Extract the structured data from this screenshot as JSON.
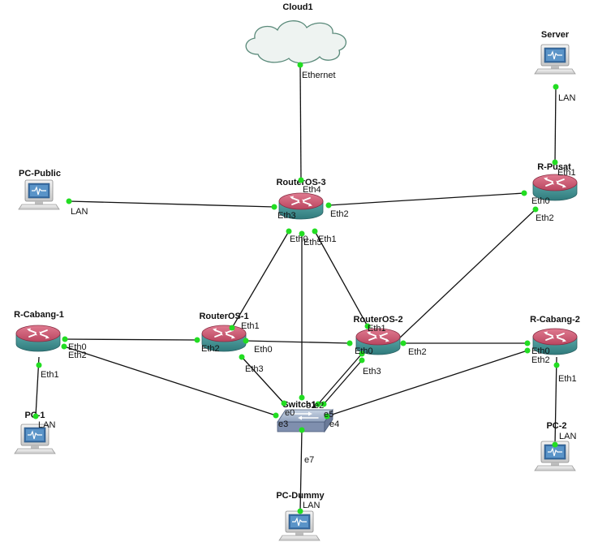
{
  "nodes": {
    "cloud1": {
      "name": "Cloud1",
      "icon": "cloud-icon"
    },
    "server": {
      "name": "Server",
      "icon": "computer-icon"
    },
    "pc_public": {
      "name": "PC-Public",
      "icon": "computer-icon"
    },
    "routeros3": {
      "name": "RouterOS-3",
      "icon": "router-icon"
    },
    "r_pusat": {
      "name": "R-Pusat",
      "icon": "router-icon"
    },
    "r_cabang1": {
      "name": "R-Cabang-1",
      "icon": "router-icon"
    },
    "routeros1": {
      "name": "RouterOS-1",
      "icon": "router-icon"
    },
    "routeros2": {
      "name": "RouterOS-2",
      "icon": "router-icon"
    },
    "r_cabang2": {
      "name": "R-Cabang-2",
      "icon": "router-icon"
    },
    "switch1": {
      "name": "Switch1",
      "icon": "switch-icon"
    },
    "pc1": {
      "name": "PC-1",
      "icon": "computer-icon"
    },
    "pc2": {
      "name": "PC-2",
      "icon": "computer-icon"
    },
    "pc_dummy": {
      "name": "PC-Dummy",
      "icon": "computer-icon"
    }
  },
  "ports": {
    "cloud_eth": "Ethernet",
    "server_lan": "LAN",
    "rpusat_eth1": "Eth1",
    "rpusat_eth0": "Eth0",
    "rpusat_eth2": "Eth2",
    "pcpublic_lan": "LAN",
    "r3_eth4": "Eth4",
    "r3_eth3": "Eth3",
    "r3_eth2": "Eth2",
    "r3_eth0": "Eth0",
    "r3_eth5": "Eth5",
    "r3_eth1": "Eth1",
    "rc1_eth0": "Eth0",
    "rc1_eth2": "Eth2",
    "rc1_eth1": "Eth1",
    "r1_eth1": "Eth1",
    "r1_eth2": "Eth2",
    "r1_eth0": "Eth0",
    "r1_eth3": "Eth3",
    "r2_eth1": "Eth1",
    "r2_eth0": "Eth0",
    "r2_eth2": "Eth2",
    "r2_eth3": "Eth3",
    "rc2_eth0": "Eth0",
    "rc2_eth2": "Eth2",
    "rc2_eth1": "Eth1",
    "pc1_lan": "LAN",
    "pc2_lan": "LAN",
    "pcdummy_lan": "LAN",
    "sw_e0": "e0",
    "sw_e1": "e1",
    "sw_e2": "e2",
    "sw_e3": "e3",
    "sw_e4": "e4",
    "sw_e5": "e5",
    "sw_e7": "e7"
  },
  "colors": {
    "router": "#c0506a",
    "router_base": "#4a9a9a",
    "port_dot": "#22dd22",
    "cloud_fill": "#eef3f1",
    "cloud_stroke": "#5a8a7a"
  }
}
